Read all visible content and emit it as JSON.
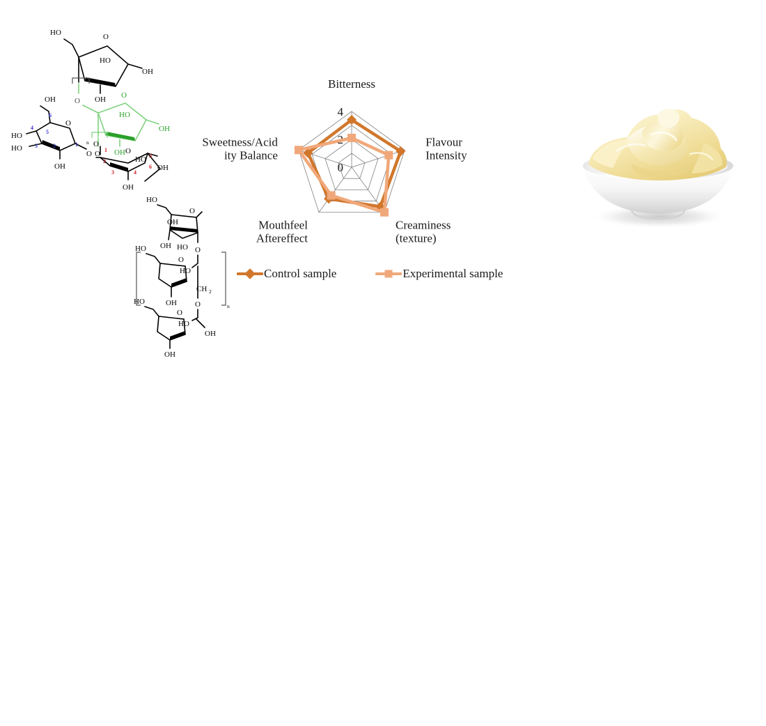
{
  "figure": {
    "panels": [
      "inulin-structure",
      "levan-structure",
      "sensory-radar-chart",
      "mayonnaise-photo"
    ]
  },
  "chart_data": {
    "type": "radar",
    "title": "",
    "categories": [
      "Bitterness",
      "Flavour Intensity",
      "Creaminess (texture)",
      "Mouthfeel Aftereffect",
      "Sweetness/Acidity Balance"
    ],
    "category_lines": [
      [
        "Bitterness"
      ],
      [
        "Flavour",
        "Intensity"
      ],
      [
        "Creaminess",
        "(texture)"
      ],
      [
        "Mouthfeel",
        "Aftereffect"
      ],
      [
        "Sweetness/Acid",
        "ity Balance"
      ]
    ],
    "tick_labels": [
      "0",
      "2",
      "4"
    ],
    "tick_values": [
      0,
      2,
      4
    ],
    "rlim": [
      0,
      4
    ],
    "rings": [
      1,
      2,
      3,
      4
    ],
    "grid": true,
    "legend_position": "bottom",
    "series": [
      {
        "name": "Control sample",
        "color": "#d1772c",
        "marker": "diamond",
        "values": [
          3.4,
          3.7,
          3.5,
          2.8,
          3.3
        ]
      },
      {
        "name": "Experimental sample",
        "color": "#f0a87a",
        "marker": "square",
        "values": [
          2.1,
          2.8,
          4.0,
          2.5,
          4.0
        ]
      }
    ]
  },
  "legend": {
    "entries": [
      {
        "label": "Control sample",
        "color": "#d1772c",
        "marker": "diamond"
      },
      {
        "label": "Experimental sample",
        "color": "#f0a87a",
        "marker": "square"
      }
    ]
  },
  "structures": {
    "inulin": {
      "name": "inulin-type fructan structure",
      "repeat_subscript": "n",
      "labels_black": [
        "HO",
        "O",
        "HO",
        "OH",
        "OH",
        "OH",
        "OH",
        "HO",
        "HO",
        "O",
        "O",
        "OH",
        "O",
        "HO",
        "OH",
        "OH",
        "O",
        "OH"
      ],
      "labels_green": [
        "O",
        "HO",
        "OH",
        "OH",
        "O"
      ],
      "ring_numbers_blue": [
        "1",
        "2",
        "3",
        "4",
        "5",
        "6"
      ],
      "ring_numbers_red": [
        "1",
        "2",
        "3",
        "4",
        "5",
        "6"
      ]
    },
    "levan": {
      "name": "levan-type fructan structure",
      "repeat_subscript": "n",
      "ch2_label": "CH",
      "ch2_subscript": "2",
      "labels": [
        "HO",
        "O",
        "OH",
        "OH",
        "HO",
        "O",
        "HO",
        "O",
        "HO",
        "OH",
        "CH",
        "O",
        "HO",
        "O",
        "HO",
        "OH",
        "OH"
      ]
    }
  },
  "photo": {
    "name": "mayonnaise-in-white-bowl",
    "alt": "Creamy pale-yellow mayonnaise swirled in a white ceramic bowl",
    "colors": {
      "cream_light": "#fdf6dd",
      "cream_mid": "#f5e6ae",
      "cream_deep": "#e8cf7e",
      "bowl_white": "#ffffff",
      "bowl_shade": "#d8d8d8",
      "shadow": "#cfcfcf"
    }
  },
  "colors": {
    "control": "#d1772c",
    "experimental": "#f0a87a",
    "grid": "#808080",
    "text": "#1a1a1a",
    "background": "#ffffff"
  }
}
